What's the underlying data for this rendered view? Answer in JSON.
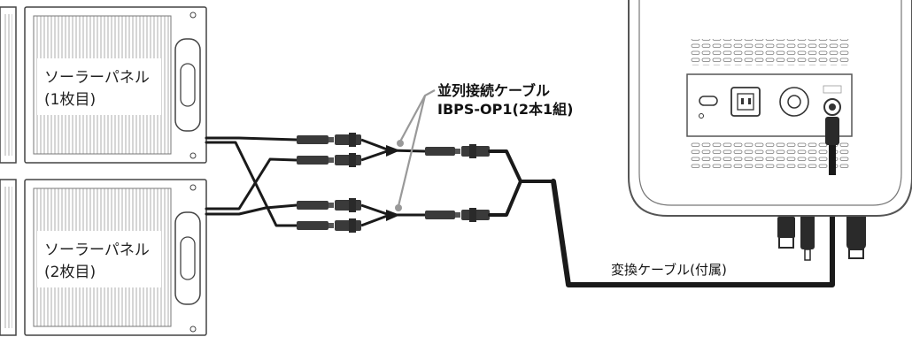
{
  "panels": [
    {
      "name_line1": "ソーラーパネル",
      "name_line2": "(1枚目)"
    },
    {
      "name_line1": "ソーラーパネル",
      "name_line2": "(2枚目)"
    }
  ],
  "parallel_cable": {
    "label_line1": "並列接続ケーブル",
    "label_line2": "IBPS-OP1(2本1組)"
  },
  "conversion_cable": {
    "label": "変換ケーブル(付属)"
  },
  "colors": {
    "line": "#1a1a1a",
    "pointer": "#999999",
    "outline": "#444444"
  }
}
